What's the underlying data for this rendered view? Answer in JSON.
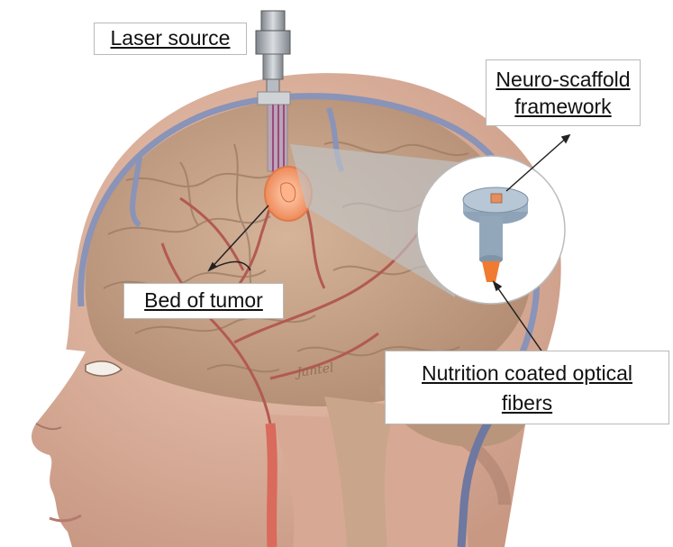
{
  "labels": {
    "laser_source": "Laser source",
    "neuro_scaffold_line1": "Neuro-scaffold",
    "neuro_scaffold_line2": "framework",
    "bed_of_tumor": "Bed of tumor",
    "nutrition_line1": "Nutrition coated optical",
    "nutrition_line2": "fibers"
  },
  "signature": "Jantel",
  "colors": {
    "skin": "#e3b8a2",
    "skin_shadow": "#c89883",
    "brain": "#c7a48a",
    "brain_fold": "#9c7a63",
    "vein": "#8a93b8",
    "artery": "#b35a50",
    "tumor": "#f2a178",
    "probe": "#9a9fa6",
    "fiber": "#9c4a7a",
    "scaffold": "#8fa3b8",
    "fiber_tip": "#f07a32",
    "callout_fill": "#c0c4c8"
  }
}
